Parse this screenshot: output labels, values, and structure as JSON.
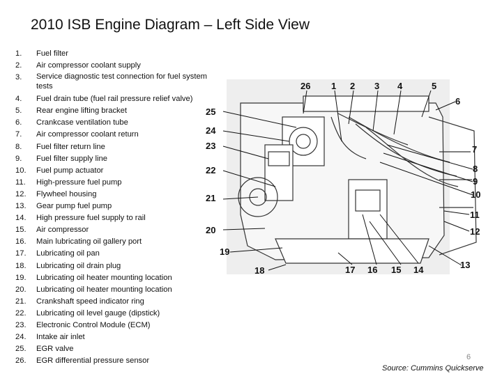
{
  "slide": {
    "title": "2010 ISB Engine Diagram – Left Side View",
    "page_number": "6",
    "source": "Source: Cummins Quickserve"
  },
  "legend": [
    {
      "num": "1.",
      "text": "Fuel filter"
    },
    {
      "num": "2.",
      "text": "Air compressor coolant supply"
    },
    {
      "num": "3.",
      "text": "Service diagnostic test connection for fuel system tests"
    },
    {
      "num": "4.",
      "text": "Fuel drain tube (fuel rail pressure relief valve)"
    },
    {
      "num": "5.",
      "text": "Rear engine lifting bracket"
    },
    {
      "num": "6.",
      "text": "Crankcase ventilation tube"
    },
    {
      "num": "7.",
      "text": "Air compressor coolant return"
    },
    {
      "num": "8.",
      "text": "Fuel filter return line"
    },
    {
      "num": "9.",
      "text": "Fuel filter supply line"
    },
    {
      "num": "10.",
      "text": "Fuel pump actuator"
    },
    {
      "num": "11.",
      "text": "High-pressure fuel pump"
    },
    {
      "num": "12.",
      "text": "Flywheel housing"
    },
    {
      "num": "13.",
      "text": "Gear pump fuel pump"
    },
    {
      "num": "14.",
      "text": "High pressure fuel supply to rail"
    },
    {
      "num": "15.",
      "text": "Air compressor"
    },
    {
      "num": "16.",
      "text": "Main lubricating oil gallery port"
    },
    {
      "num": "17.",
      "text": "Lubricating oil pan"
    },
    {
      "num": "18.",
      "text": "Lubricating oil drain plug"
    },
    {
      "num": "19.",
      "text": "Lubricating oil heater mounting location"
    },
    {
      "num": "20.",
      "text": "Lubricating oil heater mounting location"
    },
    {
      "num": "21.",
      "text": "Crankshaft speed indicator ring"
    },
    {
      "num": "22.",
      "text": "Lubricating oil level gauge (dipstick)"
    },
    {
      "num": "23.",
      "text": "Electronic Control Module (ECM)"
    },
    {
      "num": "24.",
      "text": "Intake air inlet"
    },
    {
      "num": "25.",
      "text": "EGR valve"
    },
    {
      "num": "26.",
      "text": "EGR differential pressure sensor"
    }
  ],
  "callouts": [
    "1",
    "2",
    "3",
    "4",
    "5",
    "6",
    "7",
    "8",
    "9",
    "10",
    "11",
    "12",
    "13",
    "14",
    "15",
    "16",
    "17",
    "18",
    "19",
    "20",
    "21",
    "22",
    "23",
    "24",
    "25",
    "26"
  ]
}
